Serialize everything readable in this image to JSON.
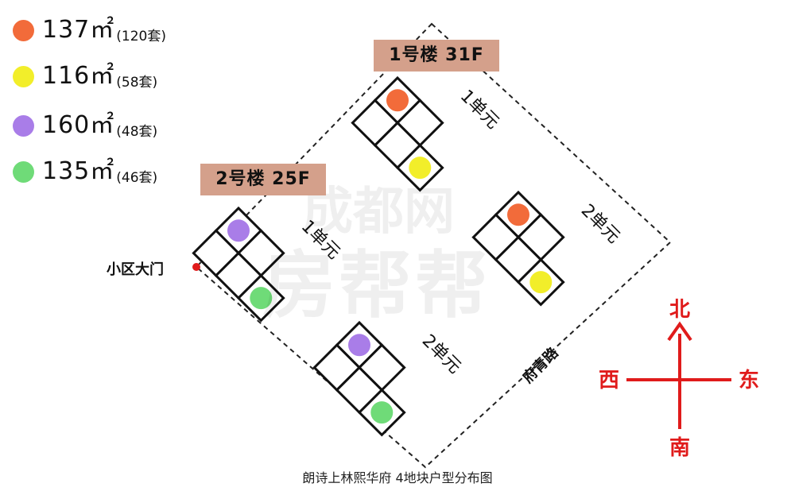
{
  "legend": [
    {
      "area": "137㎡",
      "count": "(120套)",
      "color": "#f26b3a"
    },
    {
      "area": "116㎡",
      "count": "(58套)",
      "color": "#f2ee2a"
    },
    {
      "area": "160㎡",
      "count": "(48套)",
      "color": "#a97de8"
    },
    {
      "area": "135㎡",
      "count": "(46套)",
      "color": "#6fdb78"
    }
  ],
  "buildings": {
    "b1": "1号楼 31F",
    "b2": "2号楼 25F"
  },
  "units": {
    "b1u1": "1单元",
    "b1u2": "2单元",
    "b2u1": "1单元",
    "b2u2": "2单元"
  },
  "gate": "小区大门",
  "road": "府青路",
  "compass": {
    "north": "北",
    "south": "南",
    "east": "东",
    "west": "西"
  },
  "caption": "朗诗上林熙华府  4地块户型分布图",
  "watermark": {
    "line1": "成都网",
    "line2": "房帮帮"
  },
  "colors": {
    "compass": "#e01b1b",
    "gate_dot": "#e01b1b"
  }
}
